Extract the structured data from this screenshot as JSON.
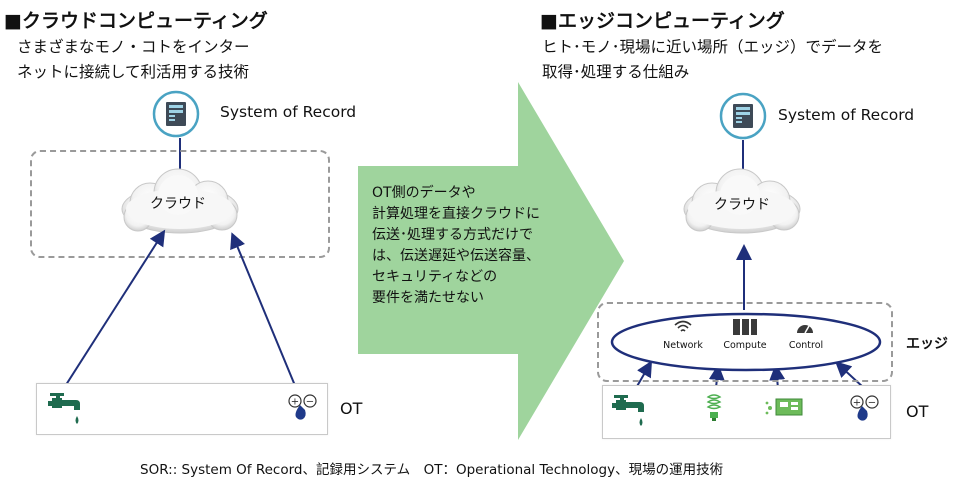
{
  "left": {
    "title": "■クラウドコンピューティング",
    "desc_line1": "さまざまなモノ・コトをインター",
    "desc_line2": "ネットに接続して利活用する技術",
    "sor_label": "System of Record",
    "cloud_label": "クラウド",
    "ot_label": "OT"
  },
  "center_arrow": {
    "lines": [
      "OT側のデータや",
      "計算処理を直接クラウドに",
      "伝送･処理する方式だけで",
      "は、伝送遅延や伝送容量、",
      "セキュリティなどの",
      "要件を満たせない"
    ]
  },
  "right": {
    "title": "■エッジコンピューティング",
    "desc_line1": "ヒト･モノ･現場に近い場所（エッジ）でデータを",
    "desc_line2": "取得･処理する仕組み",
    "sor_label": "System of Record",
    "cloud_label": "クラウド",
    "edge_label": "エッジ",
    "edge_items": [
      "Network",
      "Compute",
      "Control"
    ],
    "ot_label": "OT"
  },
  "footnote": "SOR:: System Of Record、記録用システム　OT：Operational Technology、現場の運用技術",
  "colors": {
    "arrow_green": "#9fd49d",
    "navy": "#1f2f7a",
    "server_teal": "#4aa3c3",
    "ot_green": "#1f6b4f",
    "dashed_gray": "#9a9a9a"
  }
}
